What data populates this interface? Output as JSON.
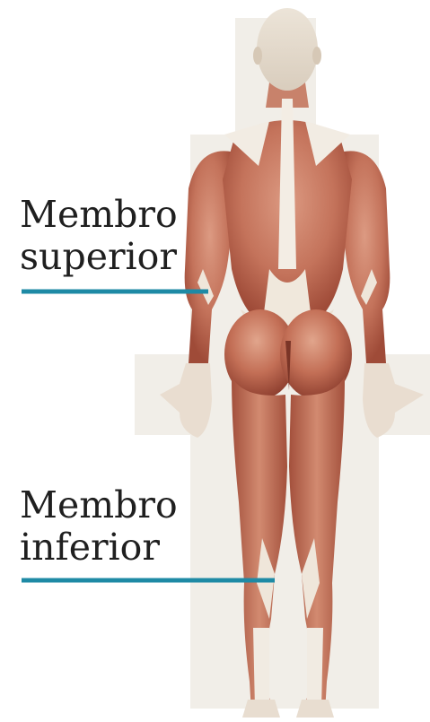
{
  "labels": {
    "upper_limb": {
      "line1": "Membro",
      "line2": "superior"
    },
    "lower_limb": {
      "line1": "Membro",
      "line2": "inferior"
    }
  },
  "colors": {
    "leader_line": "#1e8aa5",
    "muscle_dark": "#a8523e",
    "muscle_mid": "#c97a62",
    "muscle_light": "#dda08a",
    "tendon": "#f1ece4",
    "background_patch": "#efece6"
  },
  "figure": {
    "subject": "human-muscular-system-posterior-view"
  }
}
